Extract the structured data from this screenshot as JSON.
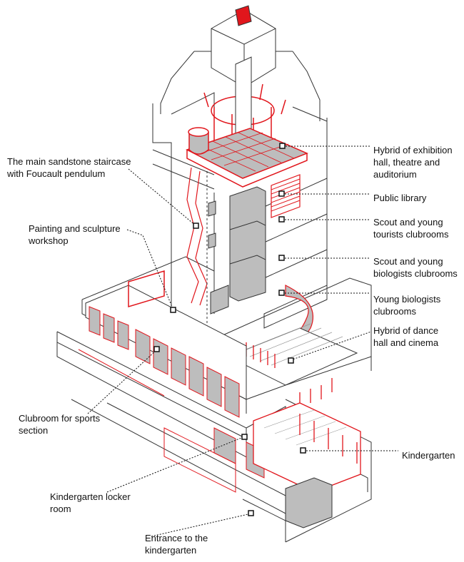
{
  "labels": [
    {
      "id": "staircase",
      "lines": [
        "The main sandstone staircase",
        "with Foucault pendulum"
      ]
    },
    {
      "id": "painting",
      "lines": [
        "Painting and sculpture",
        "workshop"
      ]
    },
    {
      "id": "clubroom-sports",
      "lines": [
        "Clubroom for sports",
        "section"
      ]
    },
    {
      "id": "locker",
      "lines": [
        "Kindergarten locker",
        "room"
      ]
    },
    {
      "id": "entrance",
      "lines": [
        "Entrance to the",
        "kindergarten"
      ]
    },
    {
      "id": "exhibition",
      "lines": [
        "Hybrid of exhibition",
        "hall, theatre and",
        "auditorium"
      ]
    },
    {
      "id": "library",
      "lines": [
        "Public library"
      ]
    },
    {
      "id": "scout-tourists",
      "lines": [
        "Scout and young",
        "tourists clubrooms"
      ]
    },
    {
      "id": "scout-biologists",
      "lines": [
        "Scout and young",
        "biologists clubrooms"
      ]
    },
    {
      "id": "young-biologists",
      "lines": [
        "Young biologists",
        "clubrooms"
      ]
    },
    {
      "id": "dance",
      "lines": [
        "Hybrid of dance",
        "hall and cinema"
      ]
    },
    {
      "id": "kindergarten",
      "lines": [
        "Kindergarten"
      ]
    }
  ],
  "colors": {
    "accent": "#e1161c",
    "line": "#222222",
    "fill": "#bdbdbd"
  }
}
